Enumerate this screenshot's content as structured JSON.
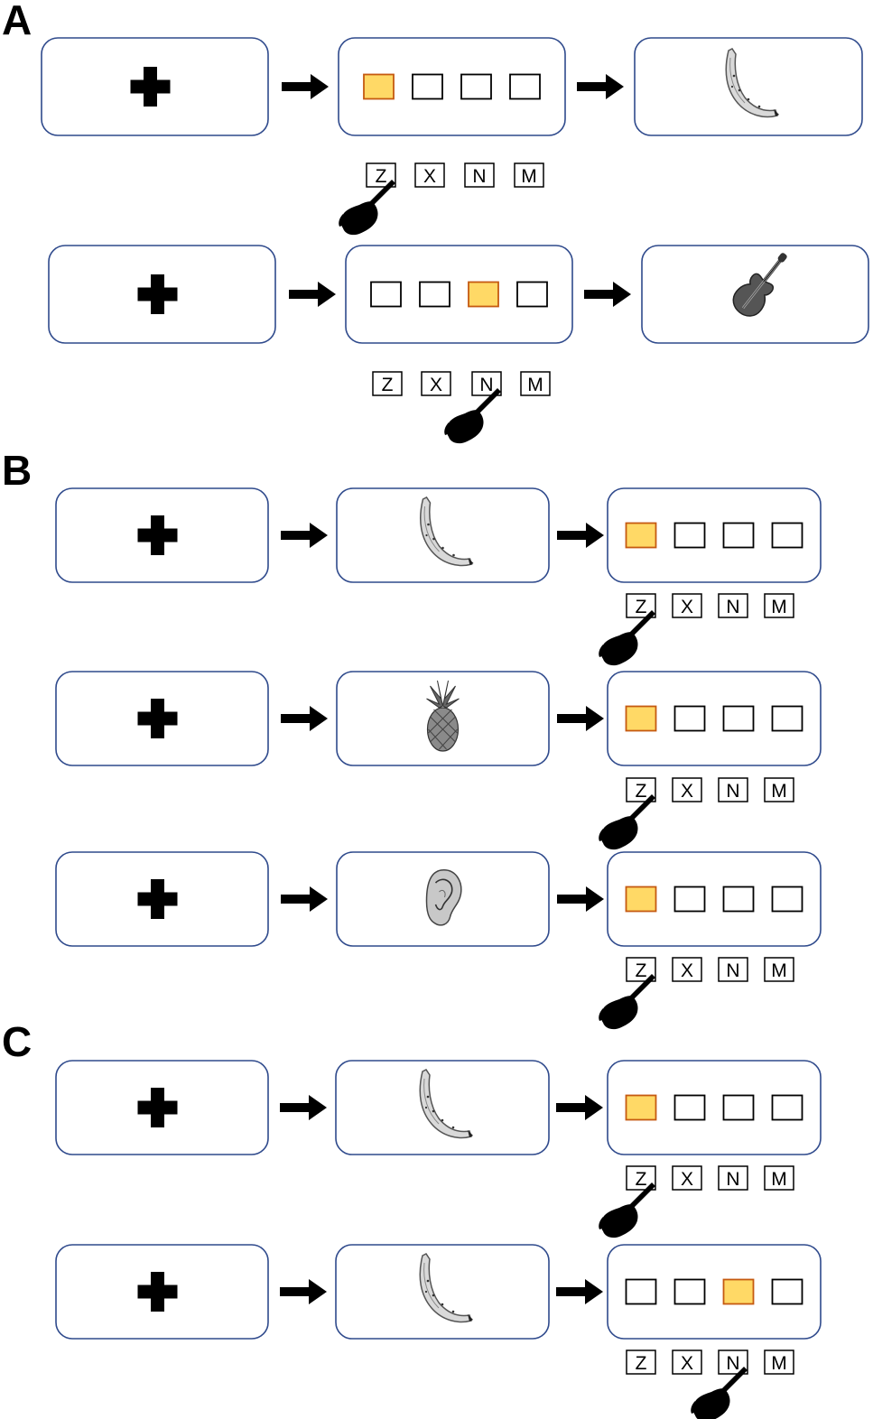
{
  "panels": [
    {
      "label": "A",
      "trials": [
        {
          "sequence": [
            "fixation",
            "response",
            "image"
          ],
          "image": "banana-icon",
          "highlighted_box": 0,
          "pressed_key": 0
        },
        {
          "sequence": [
            "fixation",
            "response",
            "image"
          ],
          "image": "violin-icon",
          "highlighted_box": 2,
          "pressed_key": 2
        }
      ]
    },
    {
      "label": "B",
      "trials": [
        {
          "sequence": [
            "fixation",
            "image",
            "response"
          ],
          "image": "banana-icon",
          "highlighted_box": 0,
          "pressed_key": 0
        },
        {
          "sequence": [
            "fixation",
            "image",
            "response"
          ],
          "image": "pineapple-icon",
          "highlighted_box": 0,
          "pressed_key": 0
        },
        {
          "sequence": [
            "fixation",
            "image",
            "response"
          ],
          "image": "ear-icon",
          "highlighted_box": 0,
          "pressed_key": 0
        }
      ]
    },
    {
      "label": "C",
      "trials": [
        {
          "sequence": [
            "fixation",
            "image",
            "response"
          ],
          "image": "banana-icon",
          "highlighted_box": 0,
          "pressed_key": 0
        },
        {
          "sequence": [
            "fixation",
            "image",
            "response"
          ],
          "image": "banana-icon",
          "highlighted_box": 2,
          "pressed_key": 2
        }
      ]
    }
  ],
  "keys": [
    "Z",
    "X",
    "N",
    "M"
  ],
  "colors": {
    "screen_border": "#2F4A8C",
    "highlight_fill": "#FFD966",
    "highlight_border": "#C55A11",
    "box_border": "#000000",
    "cross": "#000000",
    "arrow": "#000000",
    "hand": "#000000"
  }
}
